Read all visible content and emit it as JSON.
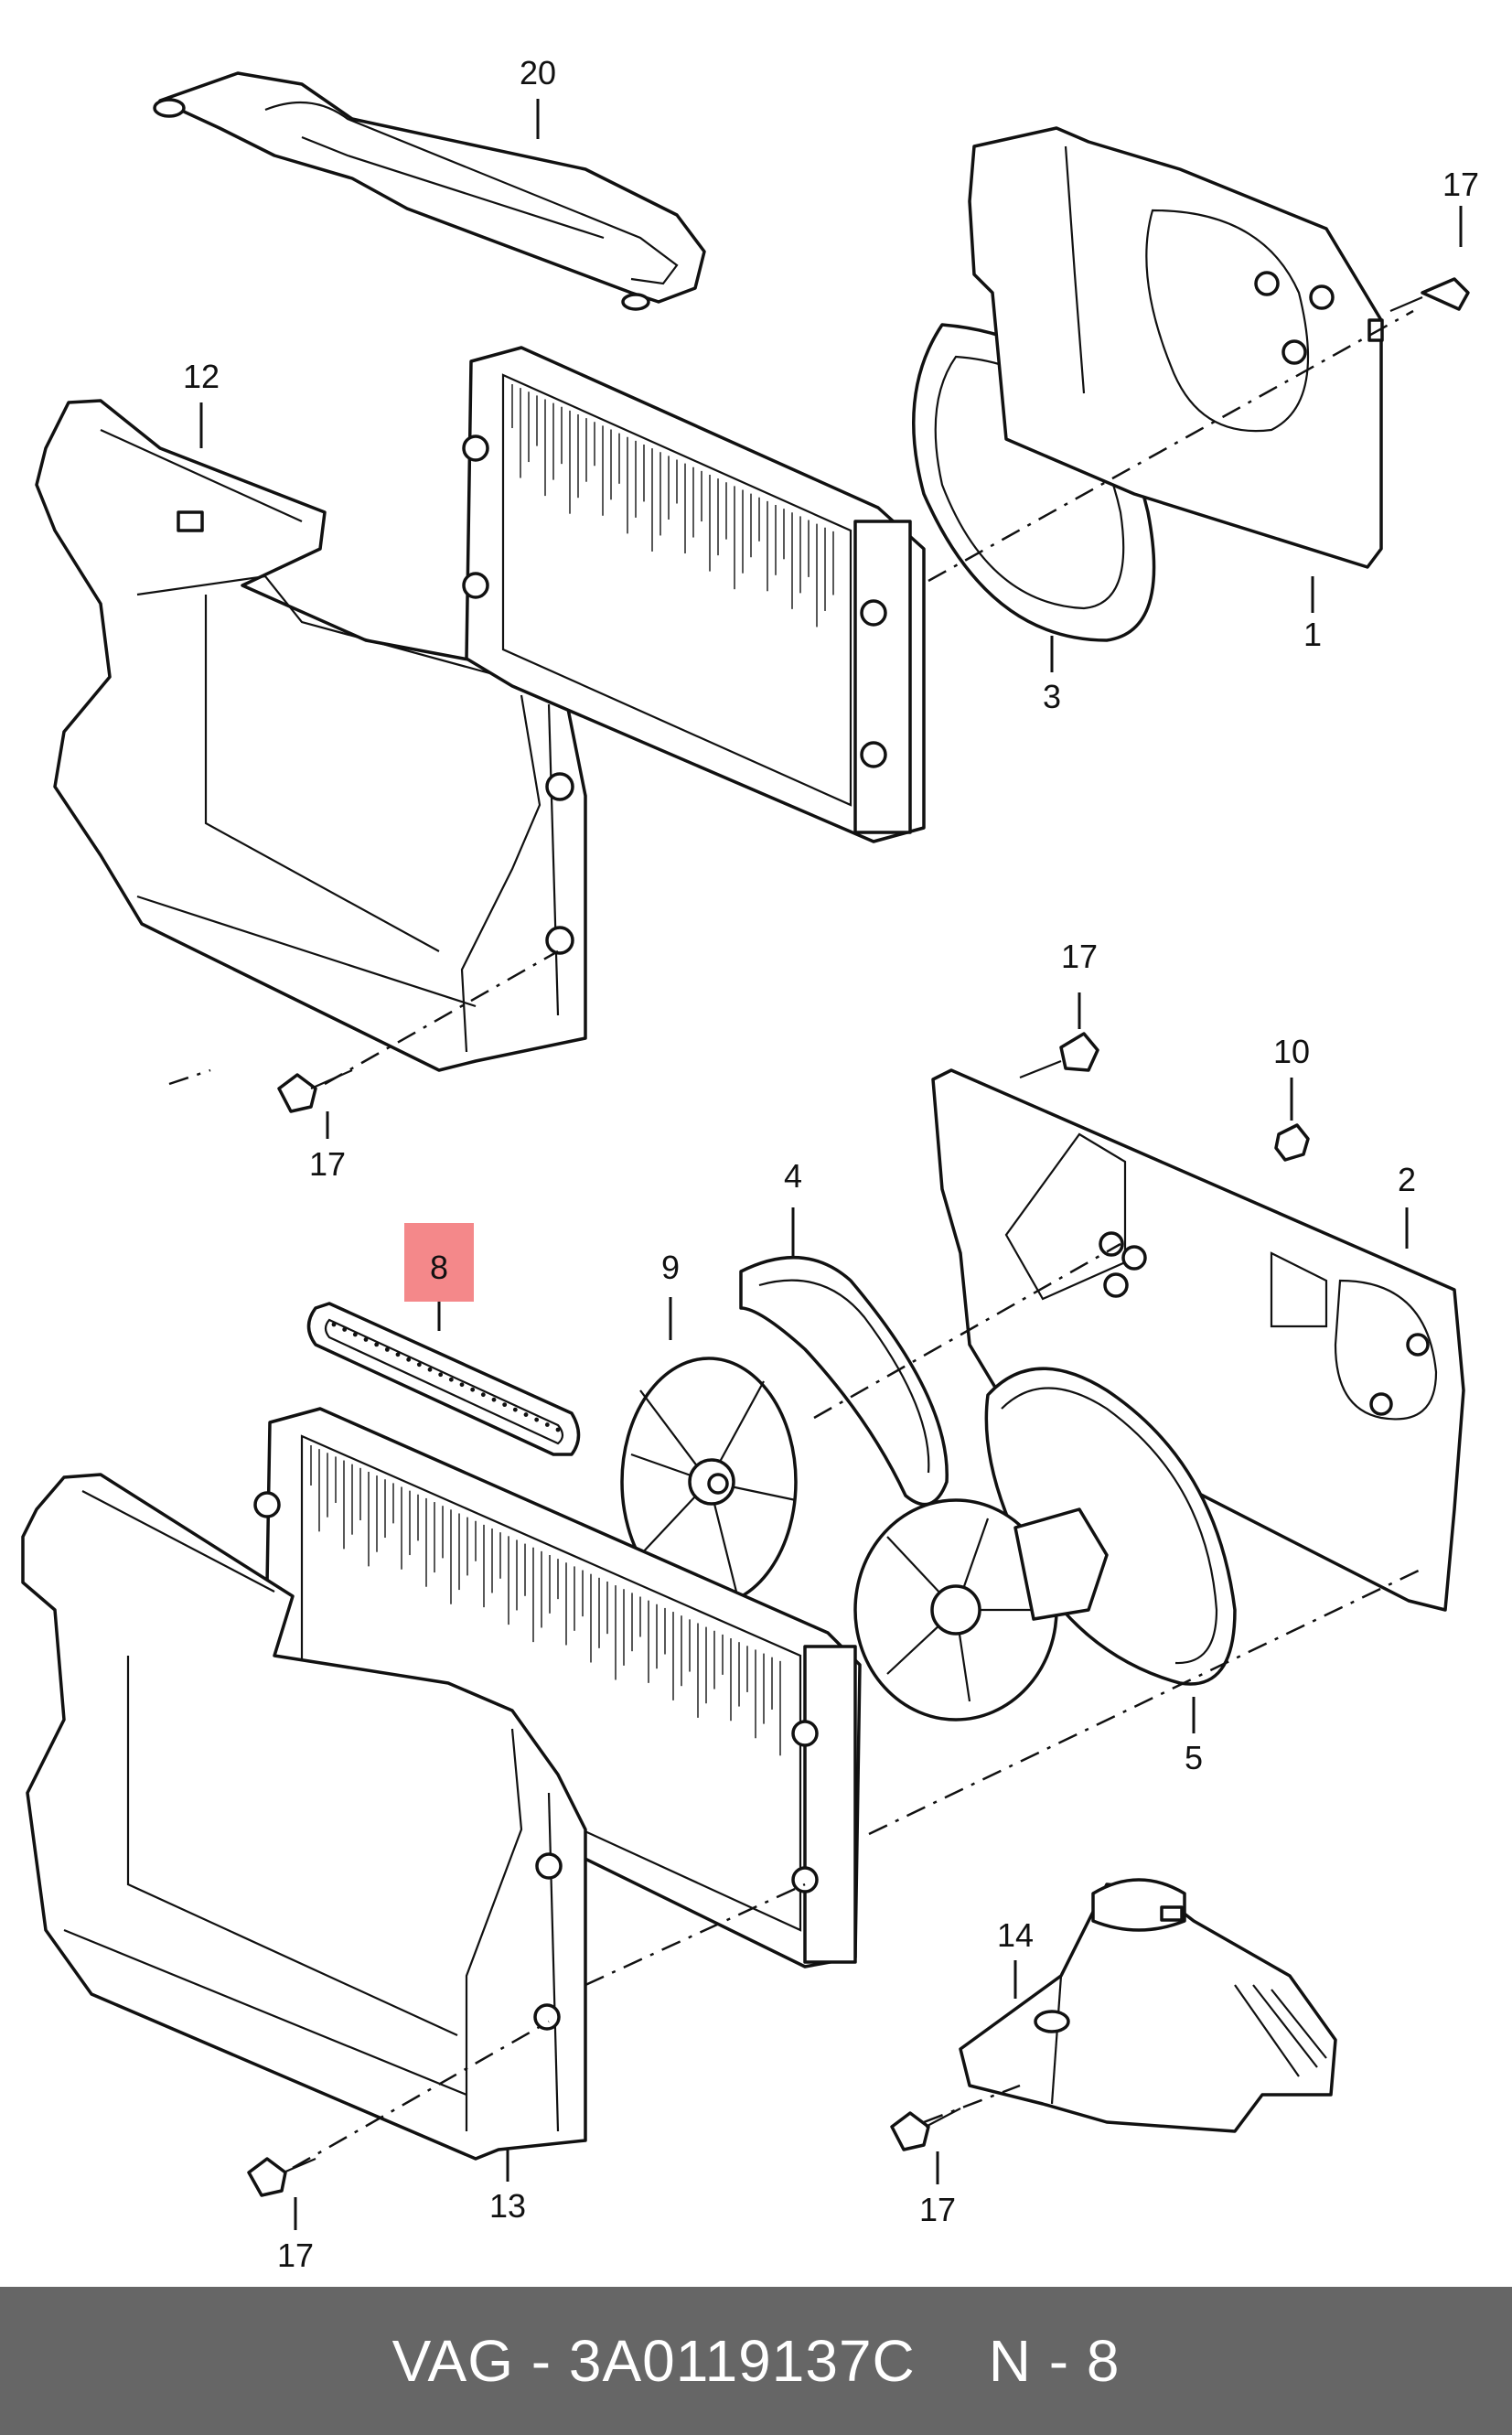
{
  "diagram": {
    "callouts": [
      {
        "id": "c20",
        "label": "20"
      },
      {
        "id": "c17a",
        "label": "17"
      },
      {
        "id": "c12",
        "label": "12"
      },
      {
        "id": "c1",
        "label": "1"
      },
      {
        "id": "c3",
        "label": "3"
      },
      {
        "id": "c17b",
        "label": "17"
      },
      {
        "id": "c17c",
        "label": "17"
      },
      {
        "id": "c10",
        "label": "10"
      },
      {
        "id": "c4",
        "label": "4"
      },
      {
        "id": "c2",
        "label": "2"
      },
      {
        "id": "c8",
        "label": "8",
        "highlighted": true
      },
      {
        "id": "c9",
        "label": "9"
      },
      {
        "id": "c5",
        "label": "5"
      },
      {
        "id": "c14",
        "label": "14"
      },
      {
        "id": "c13",
        "label": "13"
      },
      {
        "id": "c17d",
        "label": "17"
      },
      {
        "id": "c17e",
        "label": "17"
      }
    ],
    "highlight_color": "#f4888a"
  },
  "footer": {
    "part_number": "VAG - 3A0119137C",
    "position": "N - 8"
  }
}
